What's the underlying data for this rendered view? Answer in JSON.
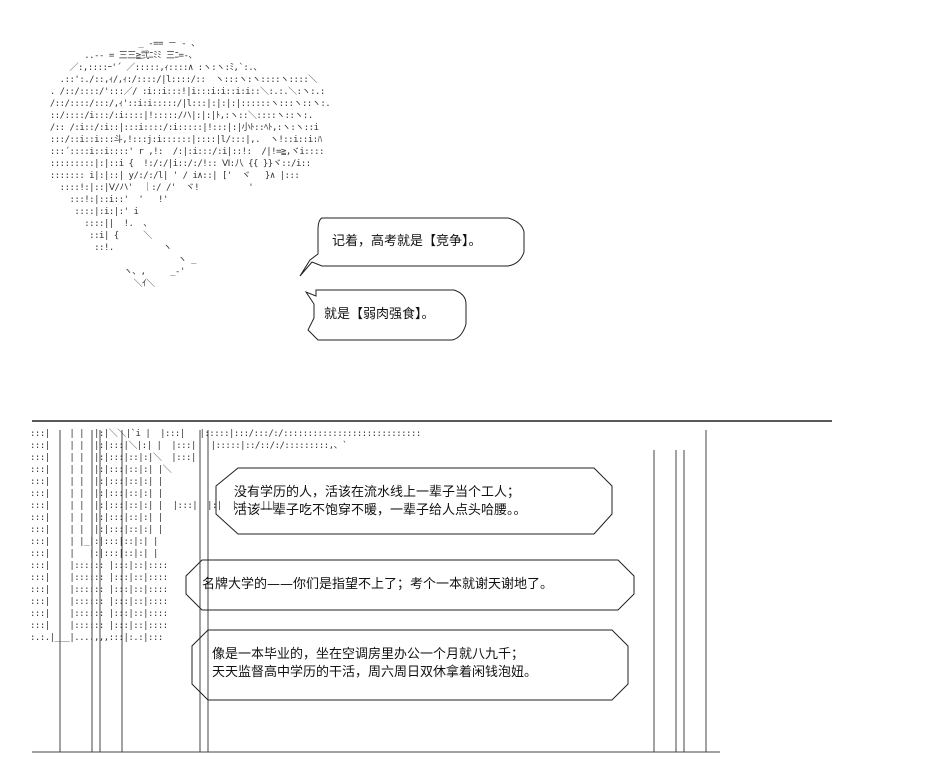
{
  "bubbles": [
    {
      "lines": [
        "记着，高考就是【竞争】。"
      ]
    },
    {
      "lines": [
        "就是【弱肉强食】。"
      ]
    },
    {
      "lines": [
        "没有学历的人，活该在流水线上一辈子当个工人；",
        "活该一辈子吃不饱穿不暖，一辈子给人点头哈腰。。"
      ]
    },
    {
      "lines": [
        "名牌大学的——你们是指望不上了；考个一本就谢天谢地了。"
      ]
    },
    {
      "lines": [
        "像是一本毕业的，坐在空调房里办公一个月就八九千；",
        "天天监督高中学历的干活，周六周日双休拿着闲钱泡妞。"
      ]
    }
  ]
}
